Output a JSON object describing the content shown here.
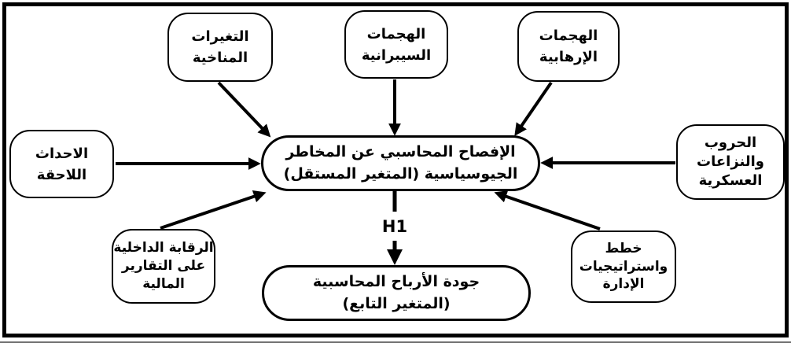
{
  "diagram": {
    "h1_label": "H1",
    "colors": {
      "ink": "#000000",
      "background": "#ffffff",
      "bottom_edge_line": "#6e6e6e"
    },
    "nodes": {
      "climate_changes": {
        "lines": [
          "التغيرات",
          "المناخية"
        ]
      },
      "cyber_attacks": {
        "lines": [
          "الهجمات",
          "السيبرانية"
        ]
      },
      "terrorist_attacks": {
        "lines": [
          "الهجمات",
          "الإرهابية"
        ]
      },
      "subsequent_events": {
        "lines": [
          "الاحداث",
          "اللاحقة"
        ]
      },
      "central_disclosure": {
        "lines": [
          "الإفصاح المحاسبي عن المخاطر",
          "الجيوسياسية (المتغير المستقل)"
        ]
      },
      "wars_conflicts": {
        "lines": [
          "الحروب",
          "والنزاعات",
          "العسكرية"
        ]
      },
      "internal_control": {
        "lines": [
          "الرقابة الداخلية",
          "على التقارير",
          "المالية"
        ]
      },
      "management_plans": {
        "lines": [
          "خطط",
          "واستراتيجيات",
          "الإدارة"
        ]
      },
      "earnings_quality": {
        "lines": [
          "جودة الأرباح المحاسبية",
          "(المتغير التابع)"
        ]
      }
    },
    "edges": [
      {
        "from": "climate_changes",
        "to": "central_disclosure",
        "label": ""
      },
      {
        "from": "cyber_attacks",
        "to": "central_disclosure",
        "label": ""
      },
      {
        "from": "terrorist_attacks",
        "to": "central_disclosure",
        "label": ""
      },
      {
        "from": "subsequent_events",
        "to": "central_disclosure",
        "label": ""
      },
      {
        "from": "wars_conflicts",
        "to": "central_disclosure",
        "label": ""
      },
      {
        "from": "internal_control",
        "to": "central_disclosure",
        "label": ""
      },
      {
        "from": "management_plans",
        "to": "central_disclosure",
        "label": ""
      },
      {
        "from": "central_disclosure",
        "to": "earnings_quality",
        "label": "H1"
      }
    ]
  }
}
